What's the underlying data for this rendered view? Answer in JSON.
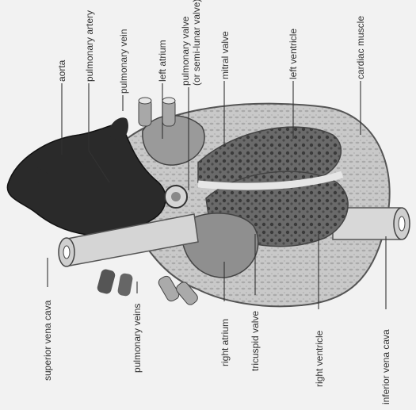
{
  "figure": {
    "labels": {
      "aorta": "aorta",
      "pulmonary_artery": "pulmonary artery",
      "pulmonary_vein": "pulmonary vein",
      "left_atrium": "left atrium",
      "pulmonary_valve_1": "pulmonary valve",
      "pulmonary_valve_2": "(or semi-lunar valve)",
      "mitral_valve": "mitral valve",
      "left_ventricle": "left ventricle",
      "cardiac_muscle": "cardiac muscle",
      "superior_vena_cava": "superior vena cava",
      "pulmonary_veins": "pulmonary veins",
      "right_atrium": "right atrium",
      "tricuspid_valve": "tricuspid valve",
      "right_ventricle": "right ventricle",
      "inferior_vena_cava": "inferior vena cava"
    }
  }
}
